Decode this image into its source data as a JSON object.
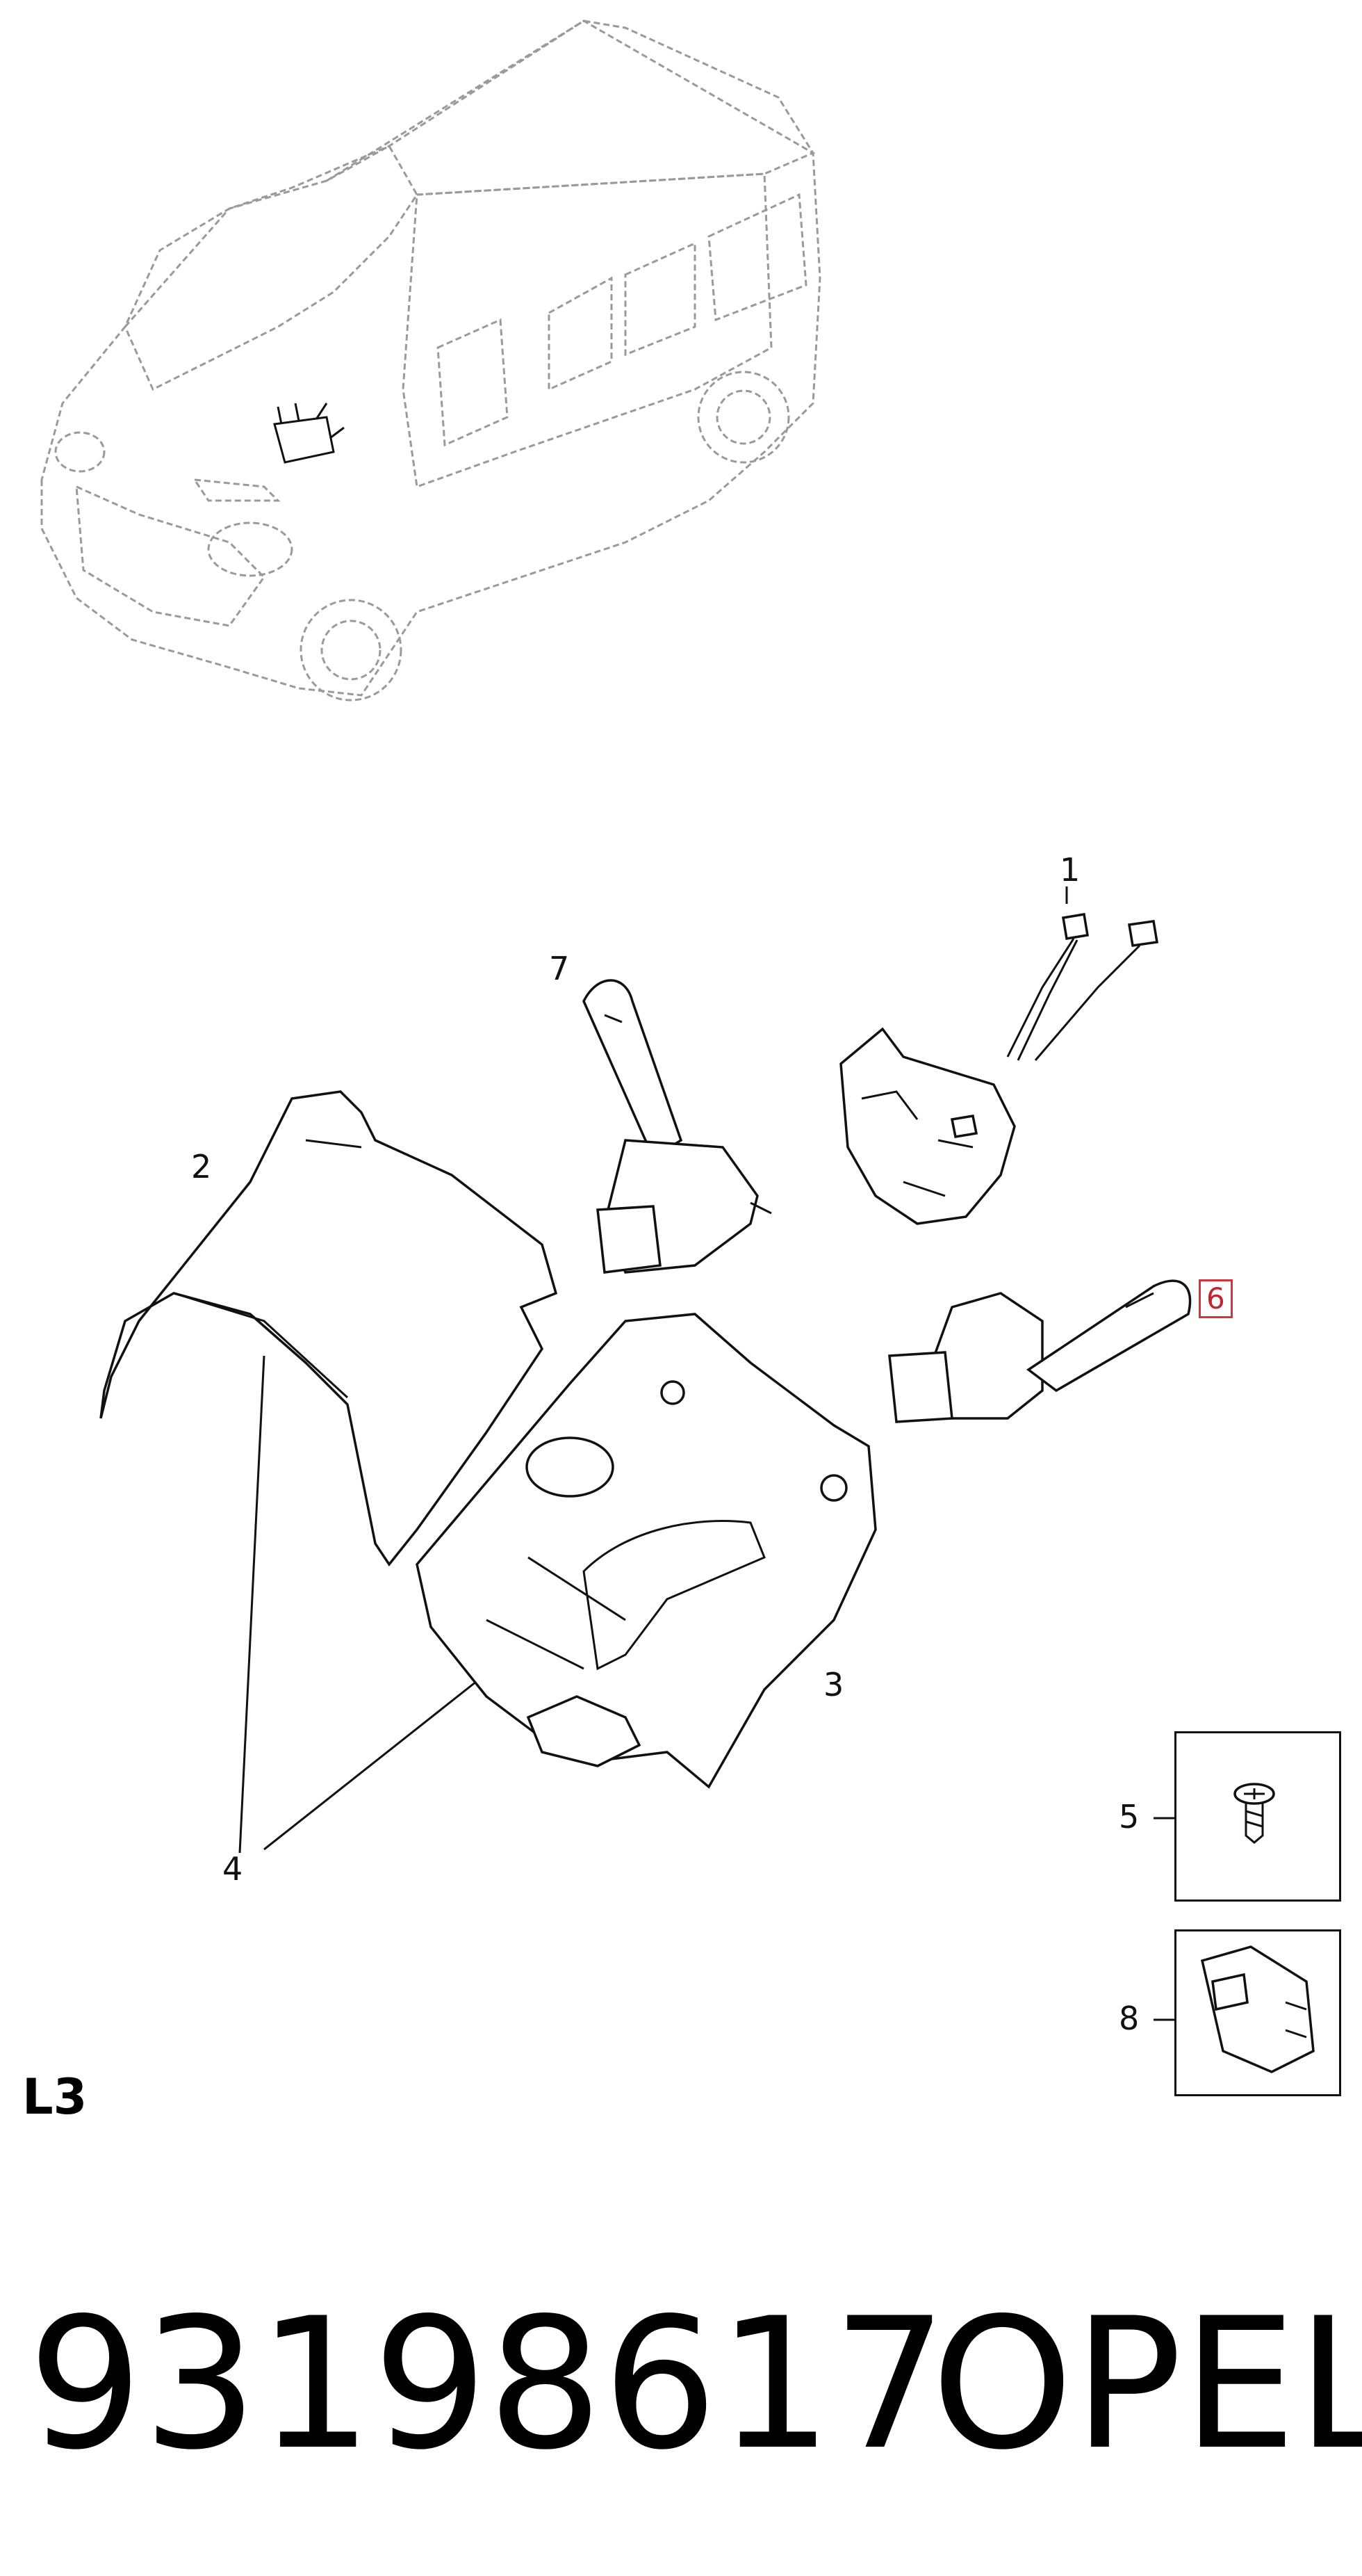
{
  "diagram": {
    "section_code": "L3",
    "part_number": "93198617",
    "brand": "OPEL",
    "callouts": [
      "1",
      "2",
      "3",
      "4",
      "5",
      "6",
      "7",
      "8"
    ],
    "highlighted_callout": "6",
    "highlight_color": "#d4353d"
  }
}
